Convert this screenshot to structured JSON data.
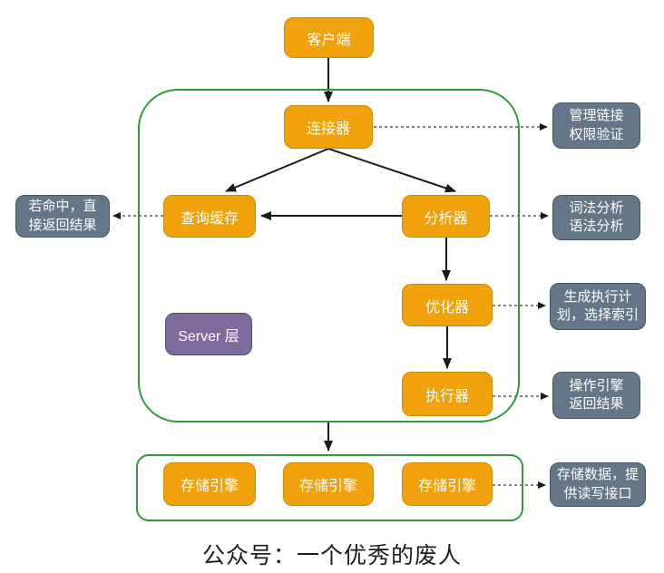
{
  "diagram": {
    "nodes": {
      "client": "客户端",
      "connector": "连接器",
      "query_cache": "查询缓存",
      "analyzer": "分析器",
      "optimizer": "优化器",
      "executor": "执行器",
      "server_layer": "Server 层",
      "storage_engine_1": "存储引擎",
      "storage_engine_2": "存储引擎",
      "storage_engine_3": "存储引擎"
    },
    "annotations": {
      "cache_hit": "若命中，直\n接返回结果",
      "connector_note": "管理链接\n权限验证",
      "analyzer_note": "词法分析\n语法分析",
      "optimizer_note": "生成执行计\n划，选择索引",
      "executor_note": "操作引擎\n返回结果",
      "storage_note": "存储数据，提\n供读写接口"
    },
    "caption": "公众号：一个优秀的废人",
    "colors": {
      "process_fill": "#F0A20C",
      "process_border": "#D18A00",
      "annotation_fill": "#647687",
      "annotation_border": "#46566A",
      "server_fill": "#7D6B9E",
      "server_border": "#5B4A78",
      "container_border": "#2E9B3A",
      "edge": "#1A1A1A"
    }
  }
}
